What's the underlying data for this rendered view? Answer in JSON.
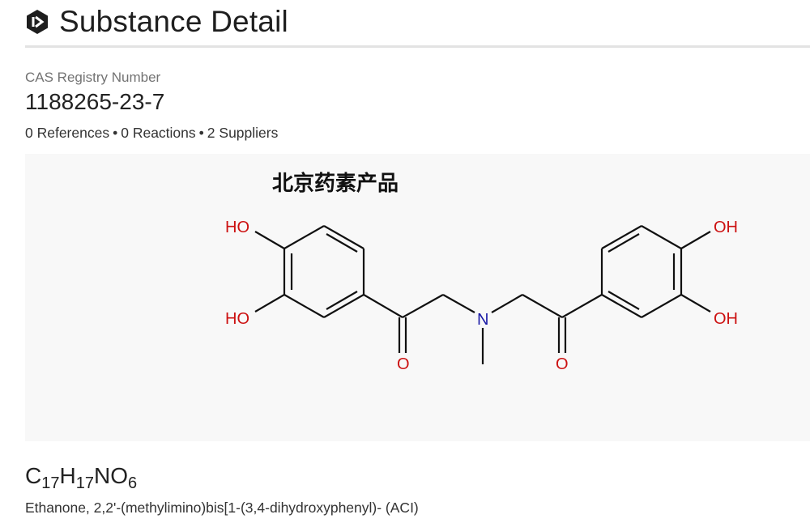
{
  "page": {
    "title": "Substance Detail",
    "icon": "cas-hexagon-logo-icon"
  },
  "substance": {
    "cas_label": "CAS Registry Number",
    "cas_number": "1188265-23-7",
    "stats": {
      "references": "0 References",
      "reactions": "0 Reactions",
      "suppliers": "2 Suppliers",
      "separator": "•"
    },
    "structure": {
      "watermark": "北京药素产品",
      "atom_labels": {
        "left_oh_top": "HO",
        "left_oh_bottom": "HO",
        "right_oh_top": "OH",
        "right_oh_bottom": "OH",
        "left_carbonyl_o": "O",
        "right_carbonyl_o": "O",
        "nitrogen": "N"
      },
      "colors": {
        "oxygen": "#cc1111",
        "nitrogen": "#1a1aa6",
        "bond": "#111111",
        "background": "#f8f8f8"
      }
    },
    "formula": {
      "parts": [
        {
          "el": "C",
          "n": "17"
        },
        {
          "el": "H",
          "n": "17"
        },
        {
          "el": "N",
          "n": ""
        },
        {
          "el": "O",
          "n": "6"
        }
      ]
    },
    "index_name": "Ethanone, 2,2'-(methylimino)bis[1-(3,4-dihydroxyphenyl)- (ACI)"
  }
}
